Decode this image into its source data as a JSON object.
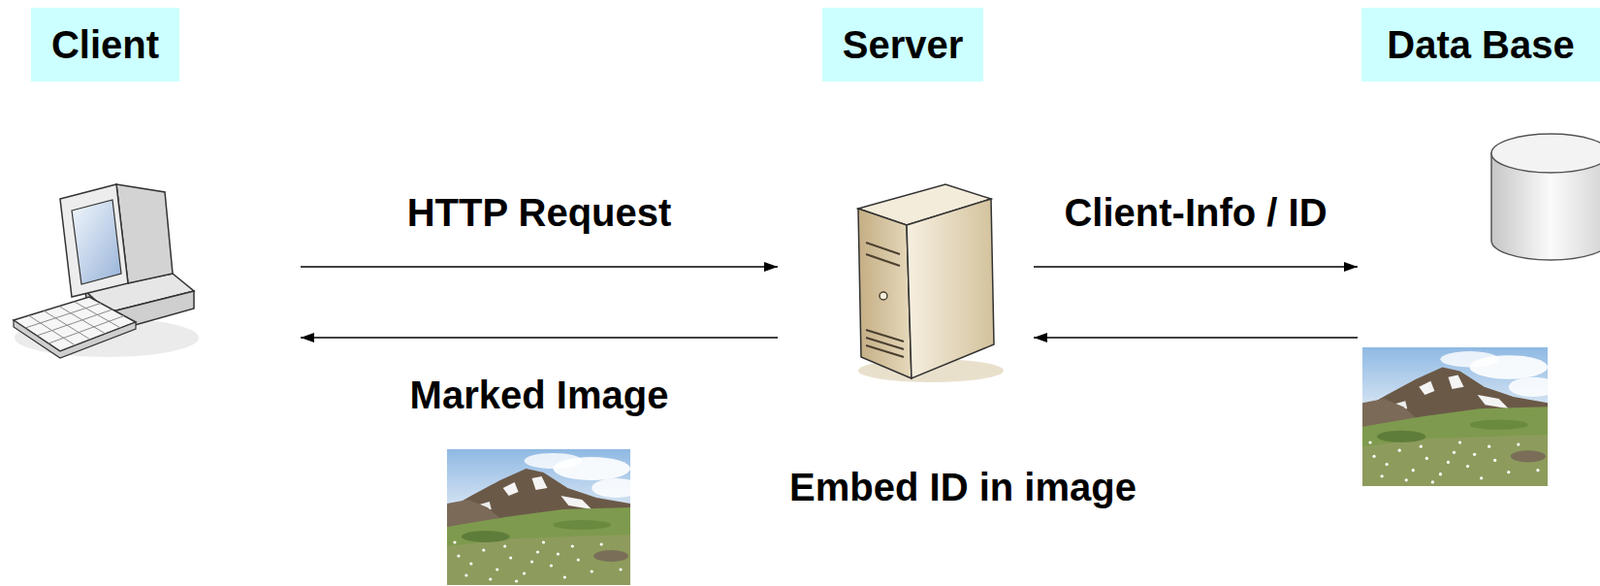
{
  "diagram": {
    "nodes": [
      {
        "text": [
          "Client"
        ]
      },
      {
        "text": [
          "Server"
        ]
      },
      {
        "text": [
          "Data Base"
        ]
      }
    ],
    "edges": [
      {
        "from": 0,
        "to": 1,
        "label": "HTTP Request",
        "arrow": "to"
      },
      {
        "from": 1,
        "to": 0,
        "label": "Marked Image",
        "arrow": "to"
      },
      {
        "from": 1,
        "to": 2,
        "label": "Client-Info / ID",
        "arrow": "to"
      },
      {
        "from": 2,
        "to": 1,
        "arrow": "to"
      }
    ],
    "labels": [
      "Embed ID in image"
    ]
  }
}
